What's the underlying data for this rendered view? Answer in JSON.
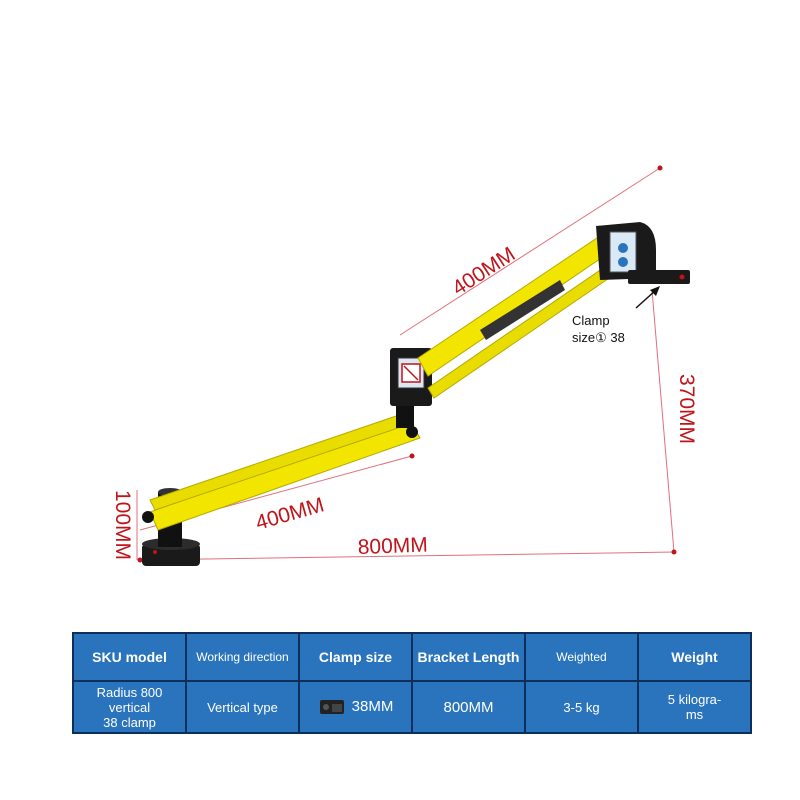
{
  "colors": {
    "arm_yellow": "#f2e600",
    "arm_shadow": "#c9bd00",
    "dimension_red": "#c0141a",
    "table_blue": "#2a73bd",
    "table_border": "#0d2f5e"
  },
  "dimensions": {
    "upper_arm": "400MM",
    "lower_arm": "400MM",
    "total_reach": "800MM",
    "height_drop": "370MM",
    "base_height": "100MM"
  },
  "callout": {
    "line1": "Clamp",
    "line2": "size① 38"
  },
  "icons": [
    "clamp-icon",
    "warning-label-icon",
    "control-panel-icon"
  ],
  "table": {
    "headers": [
      "SKU model",
      "Working direction",
      "Clamp size",
      "Bracket Length",
      "Weighted",
      "Weight"
    ],
    "row": {
      "sku_line1": "Radius 800 vertical",
      "sku_line2": "38 clamp",
      "direction": "Vertical type",
      "clamp_size": "38MM",
      "bracket_length": "800MM",
      "weighted": "3-5 kg",
      "weight_line1": "5 kilogra-",
      "weight_line2": "ms"
    }
  }
}
